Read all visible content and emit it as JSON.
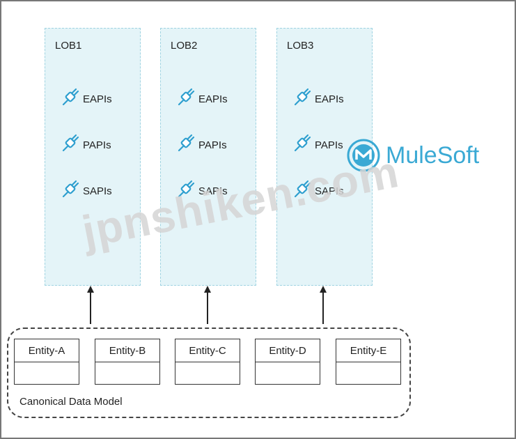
{
  "lobs": [
    {
      "title": "LOB1",
      "apis": [
        "EAPIs",
        "PAPIs",
        "SAPIs"
      ]
    },
    {
      "title": "LOB2",
      "apis": [
        "EAPIs",
        "PAPIs",
        "SAPIs"
      ]
    },
    {
      "title": "LOB3",
      "apis": [
        "EAPIs",
        "PAPIs",
        "SAPIs"
      ]
    }
  ],
  "entities": [
    "Entity-A",
    "Entity-B",
    "Entity-C",
    "Entity-D",
    "Entity-E"
  ],
  "canonical_label": "Canonical Data Model",
  "logo": {
    "text": "MuleSoft",
    "color": "#3aa9d4"
  },
  "watermark": "jpnshiken.com",
  "colors": {
    "lob_bg": "#e4f4f8",
    "plug": "#2e9fcf"
  }
}
